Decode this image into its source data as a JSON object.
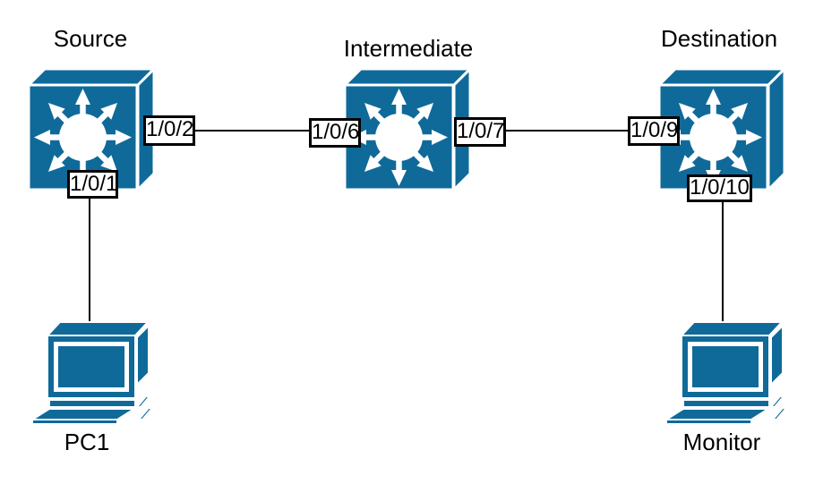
{
  "nodes": {
    "source": {
      "label": "Source",
      "type": "switch"
    },
    "intermediate": {
      "label": "Intermediate",
      "type": "switch"
    },
    "destination": {
      "label": "Destination",
      "type": "switch"
    },
    "pc1": {
      "label": "PC1",
      "type": "pc"
    },
    "monitor": {
      "label": "Monitor",
      "type": "pc"
    }
  },
  "ports": {
    "source_pc": {
      "label": "1/0/1",
      "switch": "Source"
    },
    "source_uplink": {
      "label": "1/0/2",
      "switch": "Source"
    },
    "intermediate_in": {
      "label": "1/0/6",
      "switch": "Intermediate"
    },
    "intermediate_out": {
      "label": "1/0/7",
      "switch": "Intermediate"
    },
    "destination_in": {
      "label": "1/0/9",
      "switch": "Destination"
    },
    "destination_pc": {
      "label": "1/0/10",
      "switch": "Destination"
    }
  },
  "links": [
    {
      "from": "Source 1/0/2",
      "to": "Intermediate 1/0/6"
    },
    {
      "from": "Intermediate 1/0/7",
      "to": "Destination 1/0/9"
    },
    {
      "from": "Source 1/0/1",
      "to": "PC1"
    },
    {
      "from": "Destination 1/0/10",
      "to": "Monitor"
    }
  ],
  "icons": {
    "switch": "layer3-switch-icon",
    "pc": "desktop-computer-icon"
  },
  "colors": {
    "device": "#0f6a9a",
    "line": "#000000",
    "background": "#ffffff",
    "port_border": "#000000",
    "port_fill": "#ffffff"
  }
}
